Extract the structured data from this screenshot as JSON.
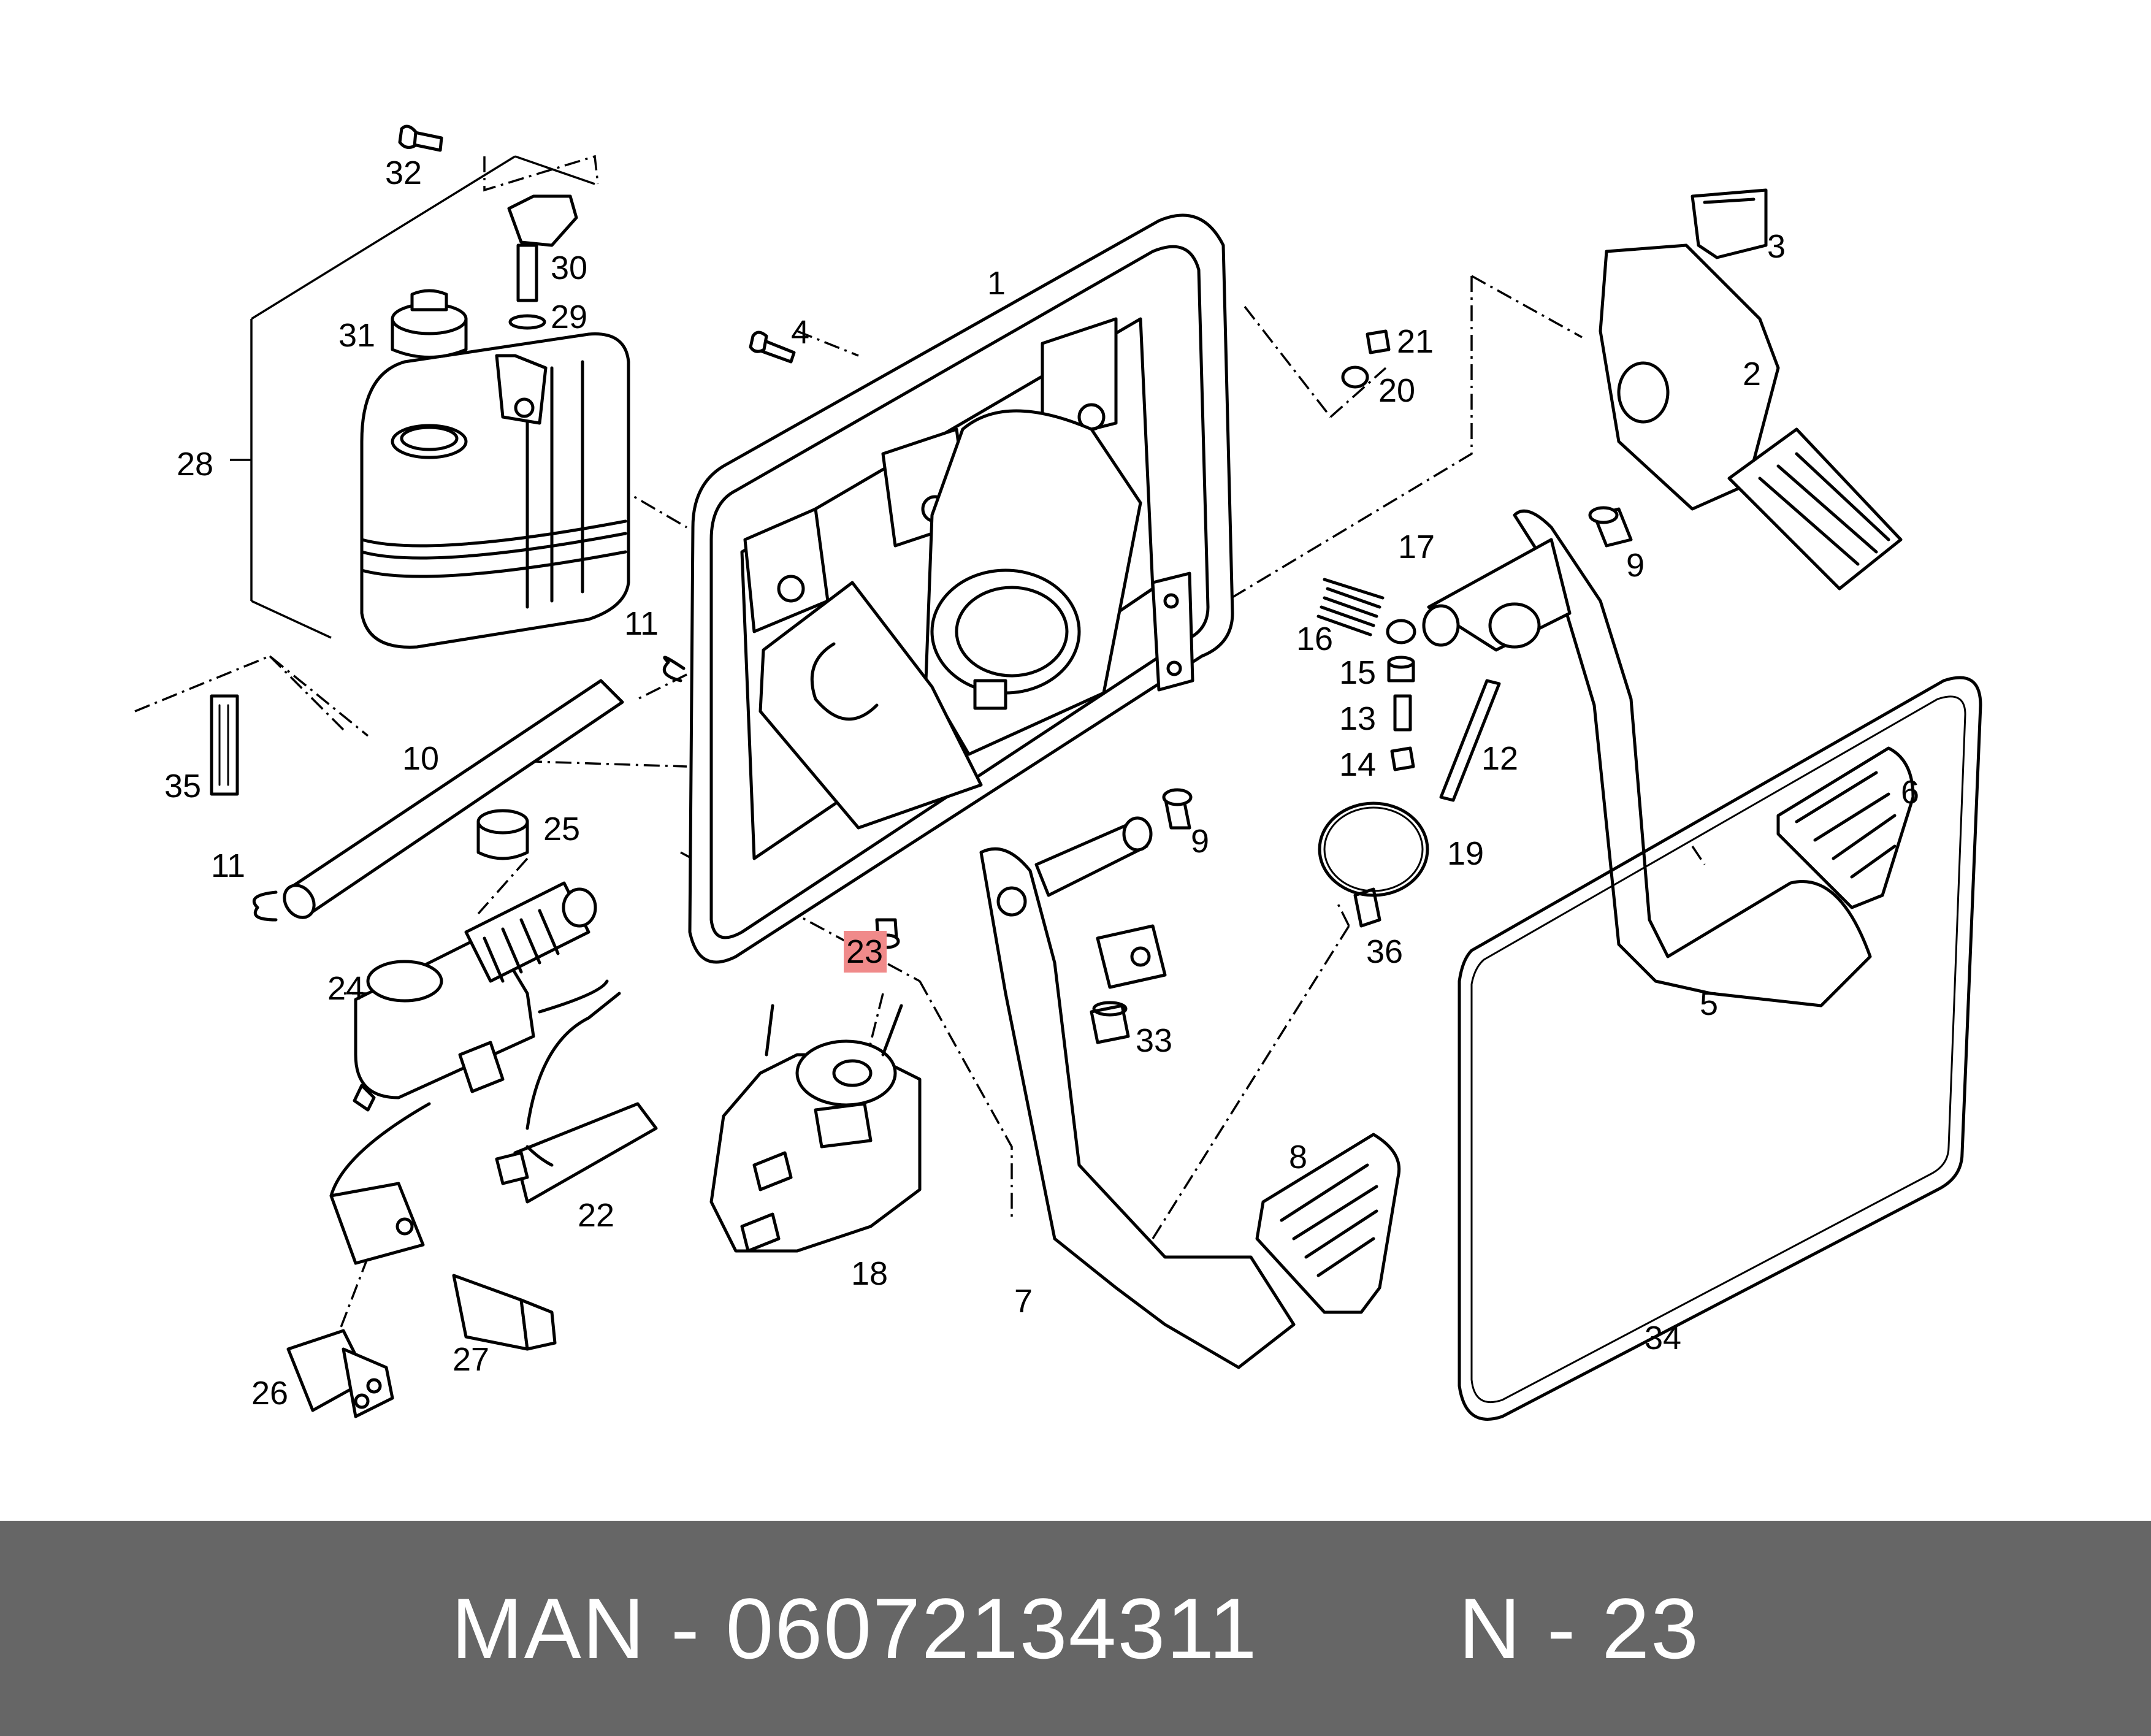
{
  "diagram": {
    "callouts": [
      "1",
      "2",
      "3",
      "4",
      "5",
      "6",
      "7",
      "8",
      "9",
      "9",
      "10",
      "11",
      "11",
      "12",
      "13",
      "14",
      "15",
      "16",
      "17",
      "18",
      "19",
      "20",
      "21",
      "22",
      "23",
      "24",
      "25",
      "26",
      "27",
      "28",
      "29",
      "30",
      "31",
      "32",
      "33",
      "34",
      "35",
      "36"
    ],
    "highlighted": "23",
    "highlight_color": "#f08a8a"
  },
  "footer": {
    "brand": "MAN",
    "separator": " - ",
    "part_number": "06072134311",
    "position_prefix": "N - ",
    "position": "23",
    "background": "#666666",
    "text_color": "#ffffff"
  }
}
